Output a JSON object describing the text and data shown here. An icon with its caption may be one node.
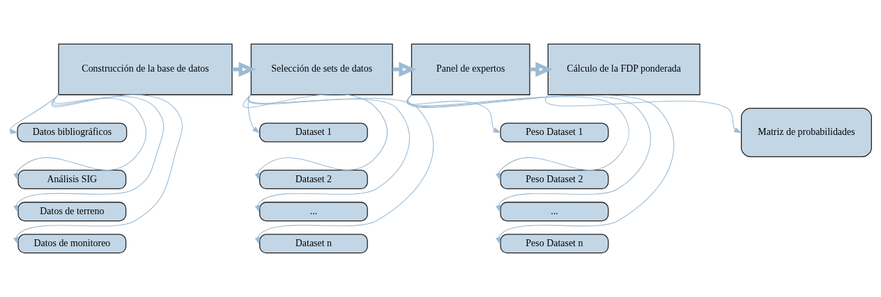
{
  "diagram": {
    "nodes": [
      {
        "text": [
          "Construcción de la base de datos"
        ]
      },
      {
        "text": [
          "Datos bibliográficos"
        ]
      },
      {
        "text": [
          "Análisis SIG"
        ]
      },
      {
        "text": [
          "Datos de terreno"
        ]
      },
      {
        "text": [
          "Datos de monitoreo"
        ]
      },
      {
        "text": [
          "Selección de sets de datos"
        ]
      },
      {
        "text": [
          "Dataset 1"
        ]
      },
      {
        "text": [
          "Dataset 2"
        ]
      },
      {
        "text": [
          "..."
        ]
      },
      {
        "text": [
          "Dataset n"
        ]
      },
      {
        "text": [
          "Panel de expertos"
        ]
      },
      {
        "text": [
          "Peso Dataset 1"
        ]
      },
      {
        "text": [
          "Peso Dataset 2"
        ]
      },
      {
        "text": [
          "..."
        ]
      },
      {
        "text": [
          "Peso Dataset n"
        ]
      },
      {
        "text": [
          "Cálculo de la FDP ponderada"
        ]
      },
      {
        "text": [
          "Matriz de probabilidades"
        ]
      }
    ],
    "edges": [
      {
        "from": 0,
        "to": 5,
        "arrow": "to",
        "style": "thick"
      },
      {
        "from": 5,
        "to": 10,
        "arrow": "to",
        "style": "thick"
      },
      {
        "from": 10,
        "to": 15,
        "arrow": "to",
        "style": "thick"
      },
      {
        "from": 0,
        "to": 1,
        "arrow": "to"
      },
      {
        "from": 0,
        "to": 2,
        "arrow": "to"
      },
      {
        "from": 0,
        "to": 3,
        "arrow": "to"
      },
      {
        "from": 0,
        "to": 4,
        "arrow": "to"
      },
      {
        "from": 5,
        "to": 6,
        "arrow": "to"
      },
      {
        "from": 5,
        "to": 7,
        "arrow": "to"
      },
      {
        "from": 5,
        "to": 8,
        "arrow": "to"
      },
      {
        "from": 5,
        "to": 9,
        "arrow": "to"
      },
      {
        "from": 10,
        "to": 11,
        "arrow": "to"
      },
      {
        "from": 10,
        "to": 12,
        "arrow": "to"
      },
      {
        "from": 10,
        "to": 13,
        "arrow": "to"
      },
      {
        "from": 10,
        "to": 14,
        "arrow": "to"
      },
      {
        "from": 15,
        "to": 16,
        "arrow": "to"
      }
    ]
  }
}
